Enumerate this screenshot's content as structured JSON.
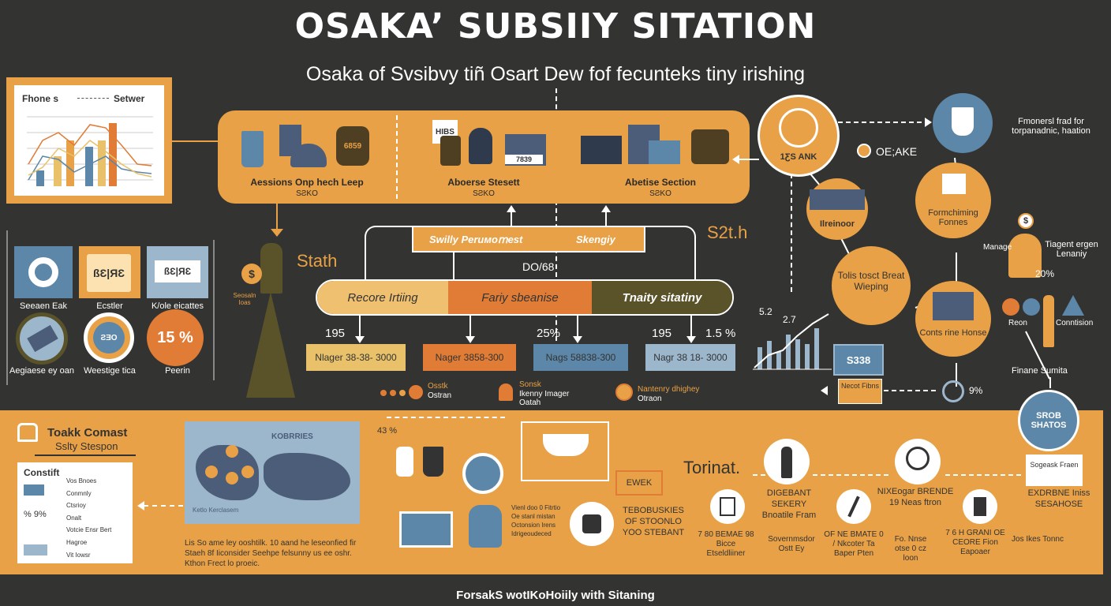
{
  "header": {
    "title": "OSAKA’ SUBSIIY SITATION",
    "subtitle": "Osaka of Svsibvy tiñ Osart Dew fof fecuntеks tiny irishing"
  },
  "chart_panel": {
    "title_left": "Fhone s",
    "title_right": "Setwer"
  },
  "top_band": {
    "section1_label": "Aessions Onp hech Leep",
    "section1_sub": "SƧKO",
    "section2_label": "Aboerse Stesett",
    "section2_sub": "SƧKO",
    "section3_label": "Abetise Section",
    "section3_sub": "SƧKO",
    "tag_hibs": "HIBS",
    "tag_7839": "7839",
    "tag_6859": "6859"
  },
  "left_icons": {
    "items": [
      {
        "label": "Seeaen Eak"
      },
      {
        "label": "Ecstler"
      },
      {
        "label": "K/ole eicattes"
      },
      {
        "label": "Aegiaese ey oan"
      },
      {
        "label": "Weestige tica"
      },
      {
        "label": "Peerin"
      }
    ],
    "card_text": "ßƐ|ЯƐ",
    "badge_pct": "15 %",
    "medal_text": "ƧƎO"
  },
  "tower": {
    "label": "Stath",
    "sub": "Seosaln Ioas"
  },
  "flow": {
    "top_box_a": "Swilly Peruмоⅿest",
    "top_box_b": "Skengiy",
    "ratio": "DO/68",
    "s2th": "S2t.h",
    "bar_a": "Recore Irtiing",
    "bar_b": "Fariy sbeanise",
    "bar_c": "Tnaity sitatiny",
    "nums": [
      "195",
      "25%",
      "195",
      "1.5 %"
    ],
    "boxes": [
      "Nlager 38-38- 3000",
      "Nager 3858-300",
      "Nags 58838-300",
      "Nagr 38 18- 3000"
    ],
    "legend": [
      {
        "title": "Osstk",
        "sub": "Ostran"
      },
      {
        "title": "Sonsk",
        "sub": "Ikenny Imager Oatah"
      },
      {
        "title": "Nantenry dhighey",
        "sub": "Otraon"
      }
    ]
  },
  "right_network": {
    "node_bank": "1ƸS ANK",
    "oeake": "OE;AKE",
    "top_right_text": "Fmonersl frad for torpanadnic, haation",
    "node_hnor": "Ilreinoor",
    "node_forming": "Formchiming Fonnes",
    "node_tolis": "Tolis tosct Breat Wieping",
    "node_conts": "Conts rine Honse",
    "manage_label": "Manage",
    "tiagent_label": "Tiagent ergen Lenaniy",
    "pct_20": "20%",
    "reon": "Reon",
    "conntision": "Conntision",
    "bars_52": "5.2",
    "bars_27": "2.7",
    "screen_num": "S338",
    "small_box": "Necot Fibns",
    "pct_9": "9%",
    "finane": "Finane Sumita",
    "stop_circle": "SROB SHATOS"
  },
  "bottom": {
    "contact_title": "Toakk Comast",
    "contact_sub": "Sslty Stespon",
    "consist_title": "Constift",
    "consist_rows": [
      "Vos Bnoes",
      "Conmnly",
      "Ctsrioy",
      "Onalt",
      "Votcie Ensr Bert",
      "Hagroe",
      "Vit Iowsr"
    ],
    "pct_tag": "% 9%",
    "map_title": "KOBRRIES",
    "map_footer": "Ketlo Kerclasem",
    "desc_text": "Lis So ame ley ooshtilk. 10 aand he leseonfied fir Staeh 8f Iiconsider Seehpe felsunny us ee oshr. Kthon Frect lo proeic.",
    "pct_43": "43 %",
    "eweek": "EWEK",
    "mid_text": "Vienl doo 0 Fitrtio Oe stanl mistan Octonsion Irens Idrigeoudeced",
    "tebobu": "TEBOBUSKIES OF STOONLO YOO STEBANT",
    "torinat": "Torinat.",
    "col_items": [
      {
        "title": "DIGEBANT SEKERY",
        "sub": "Bnoatile Fram"
      },
      {
        "title": "NIXEogar BRENDE",
        "sub": "19 Neas ftron"
      },
      {
        "title": "EXDRBNE Iniss",
        "sub": "SESAHOSE"
      }
    ],
    "bottom_cols": [
      "7 80 BEMAE 98 Bicce Etseldliiner",
      "Sovernmsdor Ostt Ey",
      "OF NE BMATE 0 / Nkcoter Ta Baper Pten",
      "Fo. Nnse otse 0 cz loon",
      "7 6 H GRANI OE CEORE Fion Eapoaer",
      "Jos Ikes Tonnc"
    ],
    "sideboard": "Sogeask Fraen",
    "footer": "ForsakS wotIKoHoiily with Sitaning"
  },
  "colors": {
    "orange": "#e8a146",
    "dark_orange": "#e07c35",
    "olive": "#5a5228",
    "slate": "#5c87a8",
    "bg": "#333331"
  }
}
